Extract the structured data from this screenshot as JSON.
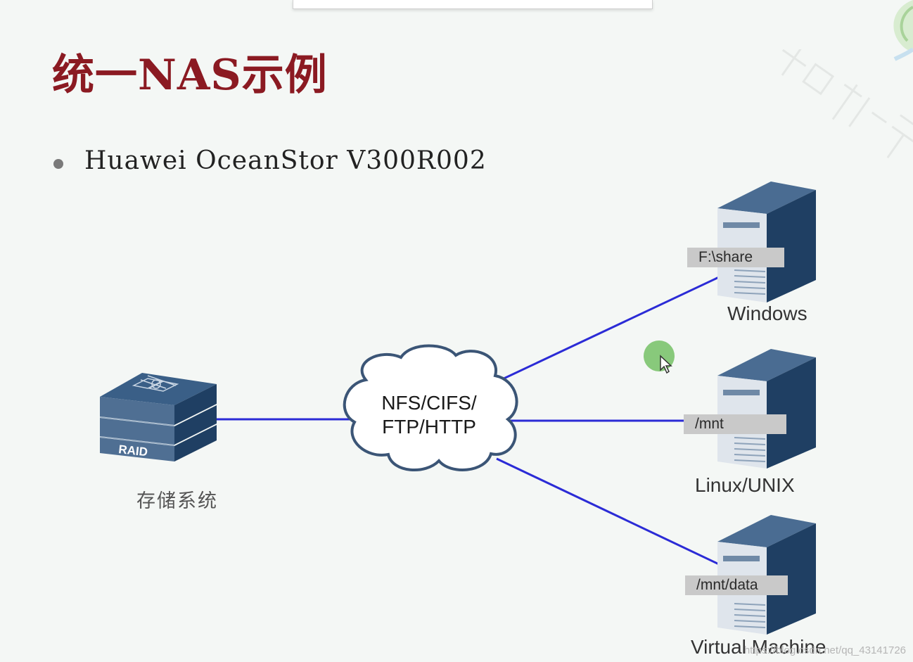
{
  "slide": {
    "title": "统一NAS示例",
    "bullet": "Huawei OceanStor V300R002"
  },
  "diagram": {
    "storage": {
      "device_text": "RAID",
      "label": "存储系统"
    },
    "protocol_cloud": {
      "line1": "NFS/CIFS/",
      "line2": "FTP/HTTP"
    },
    "servers": [
      {
        "path": "F:\\share",
        "os": "Windows"
      },
      {
        "path": "/mnt",
        "os": "Linux/UNIX"
      },
      {
        "path": "/mnt/data",
        "os": "Virtual Machine"
      }
    ]
  },
  "overlay": {
    "watermark": "https://blog.csdn.net/qq_43141726"
  },
  "colors": {
    "title": "#8b1a22",
    "link_line": "#2b2bd6",
    "server_front": "#4f6f93",
    "server_side": "#1f3f63",
    "cloud_fill": "#ffffff",
    "cloud_stroke": "#3b5576"
  }
}
